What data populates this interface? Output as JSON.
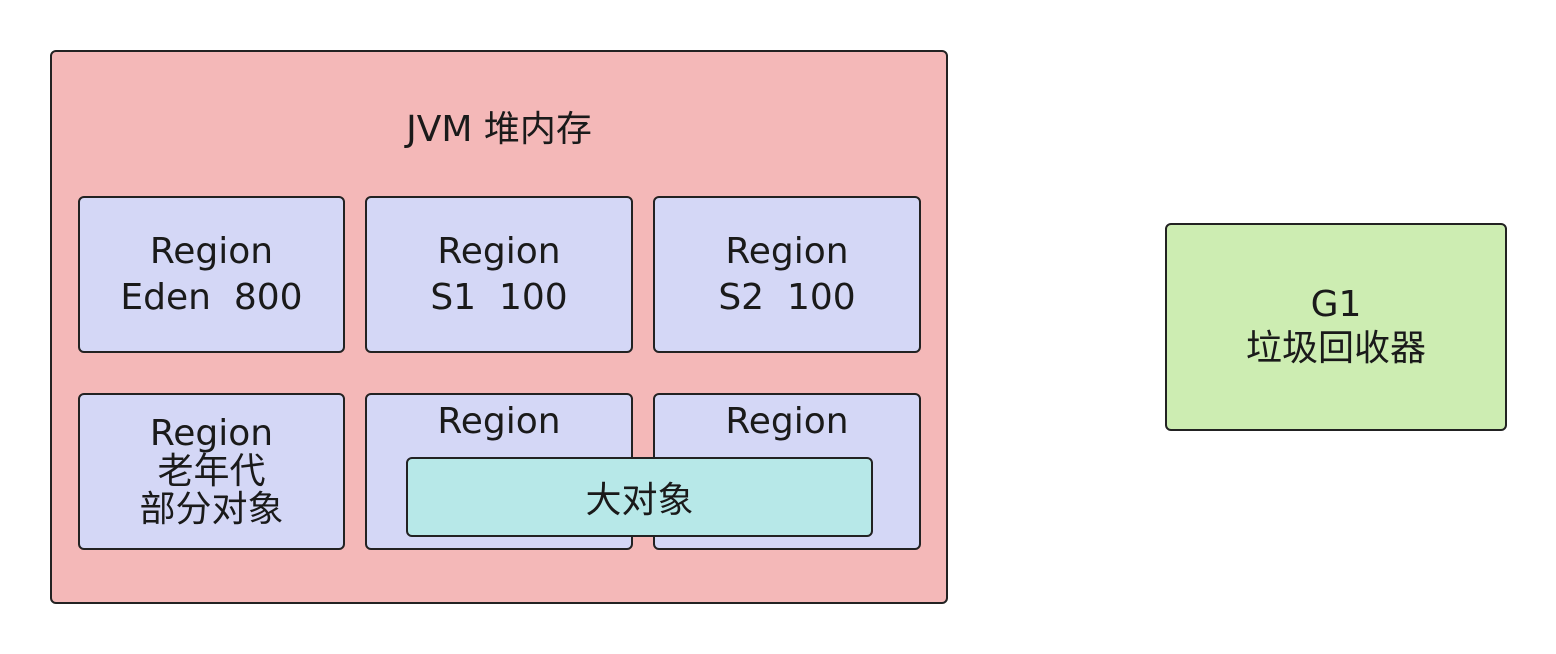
{
  "heap": {
    "title": "JVM 堆内存",
    "color": "#f4b8b8"
  },
  "regions": [
    {
      "line1": "Region",
      "line2": "Eden  800"
    },
    {
      "line1": "Region",
      "line2": "S1  100"
    },
    {
      "line1": "Region",
      "line2": "S2  100"
    },
    {
      "line1": "Region",
      "line2": "老年代",
      "line3": "部分对象"
    },
    {
      "line1": "Region"
    },
    {
      "line1": "Region"
    }
  ],
  "big_object": {
    "label": "大对象",
    "color": "#b7e8e8"
  },
  "collector": {
    "line1": "G1",
    "line2": "垃圾回收器",
    "color": "#cdedb2"
  },
  "region_color": "#d4d7f6"
}
